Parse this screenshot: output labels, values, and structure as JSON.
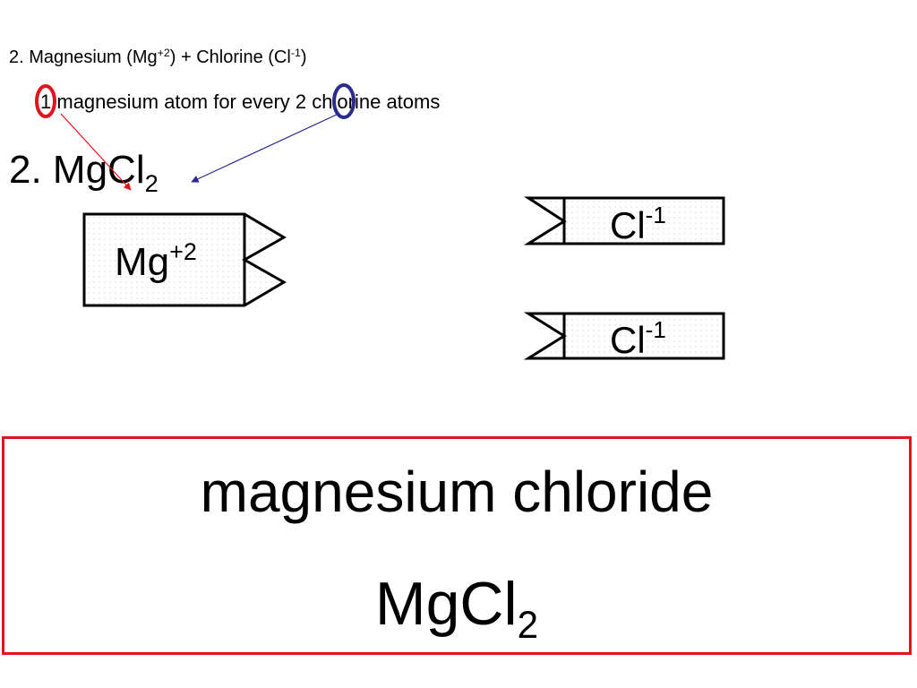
{
  "heading": {
    "prefix": "2. Magnesium (Mg",
    "mg_charge": "+2",
    "middle": ") + Chlorine (Cl",
    "cl_charge": "-1",
    "suffix": ")"
  },
  "ratio_line": {
    "mg_count": "1",
    "part1": " magnesium atom for every ",
    "cl_count": "2",
    "part2": " chlorine atoms"
  },
  "formula_small": {
    "prefix": "2. MgCl",
    "subscript": "2"
  },
  "tiles": {
    "mg": {
      "symbol": "Mg",
      "charge": "+2"
    },
    "cl_1": {
      "symbol": "Cl",
      "charge": "-1"
    },
    "cl_2": {
      "symbol": "Cl",
      "charge": "-1"
    }
  },
  "answer": {
    "name": "magnesium chloride",
    "formula": "MgCl",
    "formula_subscript": "2"
  },
  "colors": {
    "mg_highlight": "#e0141c",
    "cl_highlight": "#2b2b8f",
    "mg_arrow": "#e0141c",
    "cl_arrow": "#2b2b8f",
    "answer_border": "#e0141c"
  }
}
